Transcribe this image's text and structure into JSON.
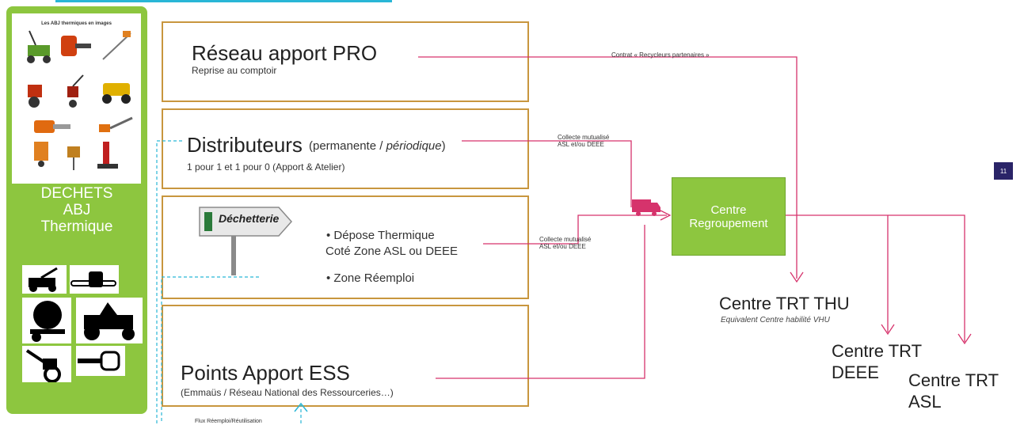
{
  "sidebar": {
    "catalog_title": "Les ABJ thermiques en images",
    "title_lines": [
      "DECHETS",
      "ABJ",
      "Thermique"
    ],
    "icons": [
      "lawnmower-icon",
      "chainsaw-icon",
      "cement-mixer-icon",
      "ride-on-mower-icon",
      "tiller-icon",
      "hedge-trimmer-icon"
    ]
  },
  "sources": {
    "pro": {
      "title": "Réseau apport PRO",
      "subtitle": "Reprise au comptoir"
    },
    "distrib": {
      "title": "Distributeurs",
      "qualifier_a": "(permanente / ",
      "qualifier_b": "périodique",
      "qualifier_c": ")",
      "subtitle": "1 pour 1 et 1 pour 0 (Apport & Atelier)"
    },
    "decheterie": {
      "sign": "Déchetterie",
      "bullet_1_line_1": "•   Dépose Thermique",
      "bullet_1_line_2": "Coté Zone ASL ou DEEE",
      "bullet_2": "•   Zone Réemploi"
    },
    "ess": {
      "title": "Points Apport ESS",
      "subtitle": "(Emmaüs / Réseau National des Ressourceries…)"
    }
  },
  "flows": {
    "contrat": "Contrat  « Recycleurs partenaires »",
    "collecte_1_line_1": "Collecte mutualisé",
    "collecte_1_line_2": "ASL et/ou DEEE",
    "collecte_2_line_1": "Collecte mutualisé",
    "collecte_2_line_2": "ASL et/ou DEEE",
    "reemploi": "Flux Réemploi/Réutilisation"
  },
  "center": {
    "line_1": "Centre",
    "line_2": "Regroupement"
  },
  "destinations": {
    "thu_title": "Centre TRT THU",
    "thu_subtitle": "Equivalent Centre habilité VHU",
    "deee_line_1": "Centre TRT",
    "deee_line_2": "DEEE",
    "asl_line_1": "Centre TRT",
    "asl_line_2": "ASL"
  },
  "page_number": "11",
  "colors": {
    "green": "#8dc63f",
    "box_border": "#c8963e",
    "flow_line": "#d6336c",
    "reuse_line": "#29b6d6",
    "badge": "#2a2468"
  }
}
